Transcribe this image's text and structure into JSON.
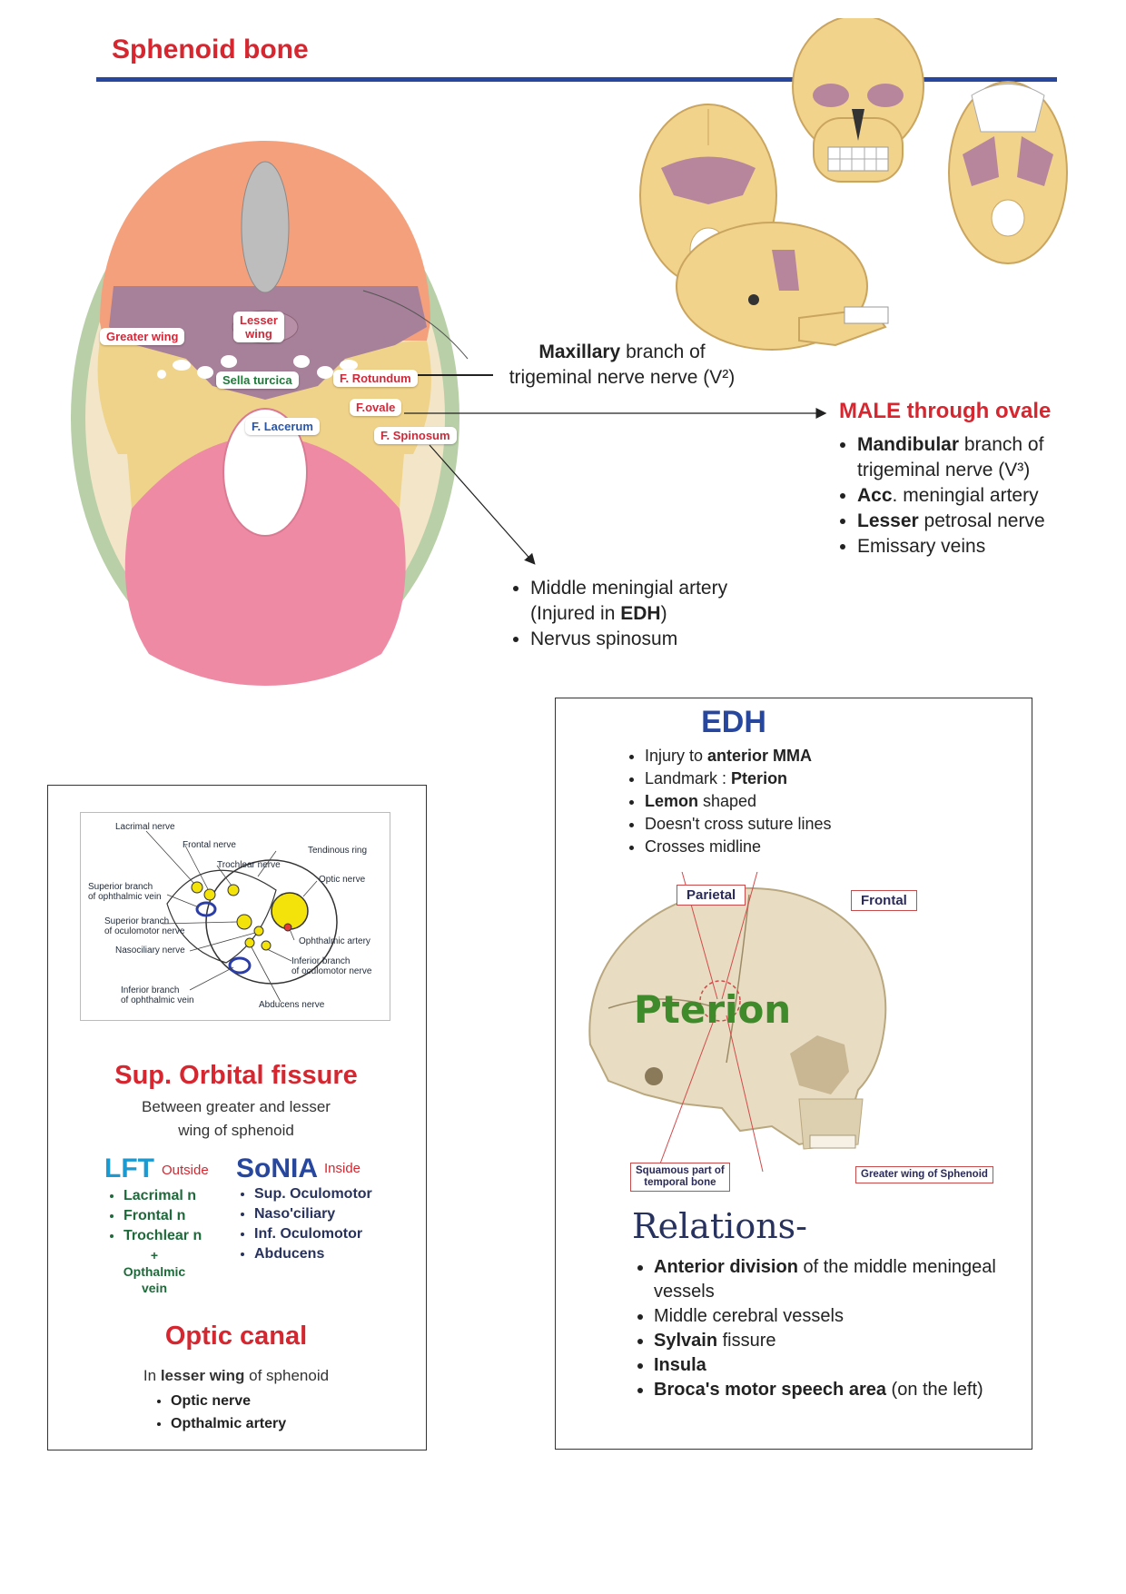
{
  "title": "Sphenoid bone",
  "skull_base_labels": {
    "lesser_wing_line1": "Lesser",
    "lesser_wing_line2": "wing",
    "greater_wing": "Greater wing",
    "sella_turcica": "Sella turcica",
    "f_rotundum": "F. Rotundum",
    "f_ovale": "F.ovale",
    "f_lacerum": "F. Lacerum",
    "f_spinosum": "F. Spinosum"
  },
  "rotundum_note": {
    "bold": "Maxillary",
    "rest": " branch of",
    "line2": "trigeminal nerve nerve (V²)"
  },
  "ovale_note": {
    "heading": "MALE through ovale",
    "items": [
      {
        "bold": "Mandibular",
        "rest": " branch of trigeminal nerve (V³)"
      },
      {
        "bold": "Acc",
        "rest": ". meningial artery"
      },
      {
        "bold": "Lesser",
        "rest": " petrosal nerve"
      },
      {
        "bold": "",
        "rest": "Emissary veins"
      }
    ]
  },
  "spinosum_note": {
    "item1_line1": "Middle meningial artery",
    "item1_pre": "(Injured in ",
    "item1_bold": "EDH",
    "item1_post": ")",
    "item2": "Nervus spinosum"
  },
  "orbit_diagram": {
    "lacrimal": "Lacrimal nerve",
    "frontal": "Frontal nerve",
    "tendinous": "Tendinous ring",
    "trochlear": "Trochlear nerve",
    "optic": "Optic nerve",
    "sup_oph_vein_1": "Superior branch",
    "sup_oph_vein_2": "of ophthalmic vein",
    "sup_ocm_1": "Superior branch",
    "sup_ocm_2": "of oculomotor nerve",
    "nasociliary": "Nasociliary nerve",
    "oph_artery": "Ophthalmic artery",
    "inf_ocm_1": "Inferior branch",
    "inf_ocm_2": "of oculomotor nerve",
    "inf_oph_vein_1": "Inferior branch",
    "inf_oph_vein_2": "of ophthalmic vein",
    "abducens": "Abducens nerve"
  },
  "sof": {
    "heading": "Sup. Orbital fissure",
    "sub1": "Between greater and lesser",
    "sub2": "wing of sphenoid",
    "lft": "LFT",
    "lft_tag": "Outside",
    "lft_items": [
      "Lacrimal n",
      "Frontal n",
      "Trochlear n"
    ],
    "plus": "+",
    "extra1": "Opthalmic",
    "extra2": "vein",
    "sonia": "SoNIA",
    "sonia_tag": "Inside",
    "sonia_items": [
      "Sup. Oculomotor",
      "Naso'ciliary",
      "Inf. Oculomotor",
      "Abducens"
    ]
  },
  "optic_canal": {
    "heading": "Optic canal",
    "pre": "In ",
    "bold": "lesser wing",
    "post": " of sphenoid",
    "items": [
      "Optic nerve",
      "Opthalmic artery"
    ]
  },
  "edh": {
    "heading": "EDH",
    "items": [
      {
        "pre": "Injury to ",
        "bold": "anterior MMA",
        "post": ""
      },
      {
        "pre": "Landmark : ",
        "bold": "Pterion",
        "post": ""
      },
      {
        "pre": "",
        "bold": "Lemon",
        "post": " shaped"
      },
      {
        "pre": "Doesn't cross suture lines",
        "bold": "",
        "post": ""
      },
      {
        "pre": "Crosses midline",
        "bold": "",
        "post": ""
      }
    ]
  },
  "pterion_labels": {
    "parietal": "Parietal",
    "frontal": "Frontal",
    "pterion": "Pterion",
    "squamous1": "Squamous part of",
    "squamous2": "temporal bone",
    "greater_wing": "Greater wing of Sphenoid"
  },
  "relations": {
    "heading": "Relations-",
    "items": [
      {
        "bold": "Anterior division",
        "rest": " of the middle meningeal vessels"
      },
      {
        "bold": "",
        "rest": "Middle cerebral vessels"
      },
      {
        "bold": "Sylvain",
        "rest": " fissure"
      },
      {
        "bold": "Insula",
        "rest": ""
      },
      {
        "bold": "Broca's motor speech area",
        "rest": " (on the left)"
      }
    ]
  },
  "colors": {
    "title_red": "#d6262f",
    "rule_blue": "#27479e",
    "bone_yellow": "#f0d38a",
    "sphenoid_purple": "#a78099",
    "frontal_orange": "#f4a07c",
    "occipital_pink": "#ef8aa4",
    "parietal_green": "#b8cfa8"
  }
}
